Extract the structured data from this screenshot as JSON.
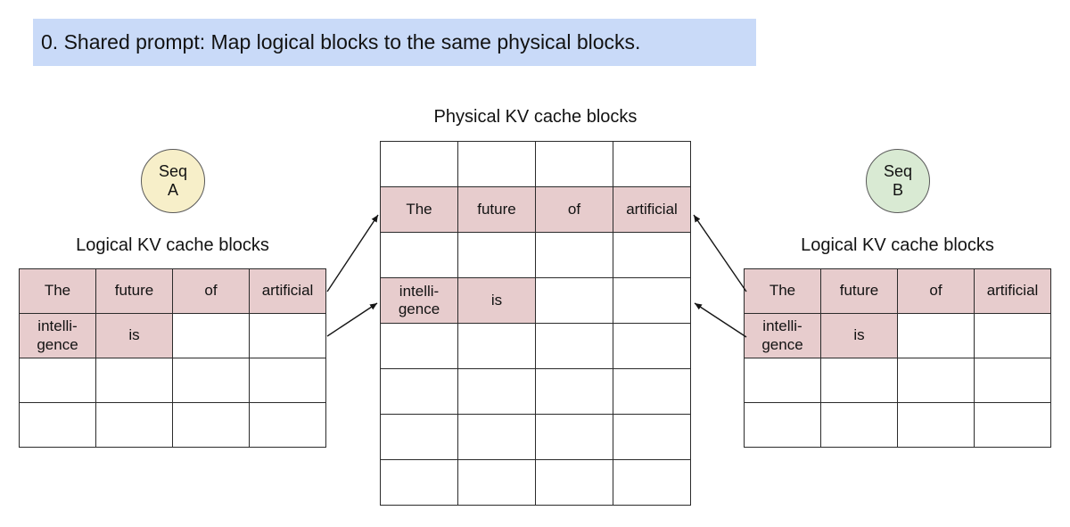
{
  "title": {
    "text": "0. Shared prompt: Map logical blocks to the same physical blocks."
  },
  "colors": {
    "banner_bg": "#c9daf8",
    "cell_highlight": "#e7cccd",
    "seq_a_bg": "#f7efc9",
    "seq_b_bg": "#d9ead3",
    "table_border": "#2b2b2b"
  },
  "sequences": {
    "a": {
      "label": "Seq\nA"
    },
    "b": {
      "label": "Seq\nB"
    }
  },
  "physical": {
    "label": "Physical KV cache blocks",
    "rows": [
      [
        {
          "t": "",
          "hl": false
        },
        {
          "t": "",
          "hl": false
        },
        {
          "t": "",
          "hl": false
        },
        {
          "t": "",
          "hl": false
        }
      ],
      [
        {
          "t": "The",
          "hl": true
        },
        {
          "t": "future",
          "hl": true
        },
        {
          "t": "of",
          "hl": true
        },
        {
          "t": "artificial",
          "hl": true
        }
      ],
      [
        {
          "t": "",
          "hl": false
        },
        {
          "t": "",
          "hl": false
        },
        {
          "t": "",
          "hl": false
        },
        {
          "t": "",
          "hl": false
        }
      ],
      [
        {
          "t": "intelli-\ngence",
          "hl": true
        },
        {
          "t": "is",
          "hl": true
        },
        {
          "t": "",
          "hl": false
        },
        {
          "t": "",
          "hl": false
        }
      ],
      [
        {
          "t": "",
          "hl": false
        },
        {
          "t": "",
          "hl": false
        },
        {
          "t": "",
          "hl": false
        },
        {
          "t": "",
          "hl": false
        }
      ],
      [
        {
          "t": "",
          "hl": false
        },
        {
          "t": "",
          "hl": false
        },
        {
          "t": "",
          "hl": false
        },
        {
          "t": "",
          "hl": false
        }
      ],
      [
        {
          "t": "",
          "hl": false
        },
        {
          "t": "",
          "hl": false
        },
        {
          "t": "",
          "hl": false
        },
        {
          "t": "",
          "hl": false
        }
      ],
      [
        {
          "t": "",
          "hl": false
        },
        {
          "t": "",
          "hl": false
        },
        {
          "t": "",
          "hl": false
        },
        {
          "t": "",
          "hl": false
        }
      ]
    ]
  },
  "logical_left": {
    "label": "Logical KV cache blocks",
    "rows": [
      [
        {
          "t": "The",
          "hl": true
        },
        {
          "t": "future",
          "hl": true
        },
        {
          "t": "of",
          "hl": true
        },
        {
          "t": "artificial",
          "hl": true
        }
      ],
      [
        {
          "t": "intelli-\ngence",
          "hl": true
        },
        {
          "t": "is",
          "hl": true
        },
        {
          "t": "",
          "hl": false
        },
        {
          "t": "",
          "hl": false
        }
      ],
      [
        {
          "t": "",
          "hl": false
        },
        {
          "t": "",
          "hl": false
        },
        {
          "t": "",
          "hl": false
        },
        {
          "t": "",
          "hl": false
        }
      ],
      [
        {
          "t": "",
          "hl": false
        },
        {
          "t": "",
          "hl": false
        },
        {
          "t": "",
          "hl": false
        },
        {
          "t": "",
          "hl": false
        }
      ]
    ]
  },
  "logical_right": {
    "label": "Logical KV cache blocks",
    "rows": [
      [
        {
          "t": "The",
          "hl": true
        },
        {
          "t": "future",
          "hl": true
        },
        {
          "t": "of",
          "hl": true
        },
        {
          "t": "artificial",
          "hl": true
        }
      ],
      [
        {
          "t": "intelli-\ngence",
          "hl": true
        },
        {
          "t": "is",
          "hl": true
        },
        {
          "t": "",
          "hl": false
        },
        {
          "t": "",
          "hl": false
        }
      ],
      [
        {
          "t": "",
          "hl": false
        },
        {
          "t": "",
          "hl": false
        },
        {
          "t": "",
          "hl": false
        },
        {
          "t": "",
          "hl": false
        }
      ],
      [
        {
          "t": "",
          "hl": false
        },
        {
          "t": "",
          "hl": false
        },
        {
          "t": "",
          "hl": false
        },
        {
          "t": "",
          "hl": false
        }
      ]
    ]
  }
}
